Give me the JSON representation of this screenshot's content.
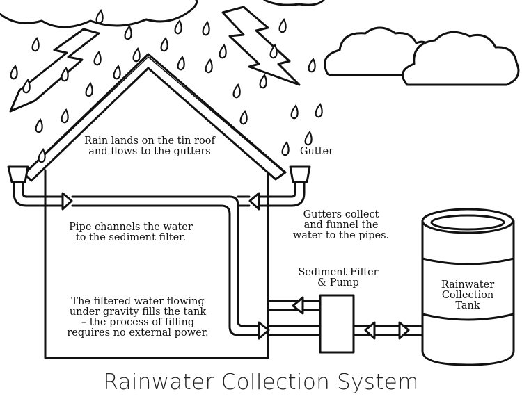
{
  "title": "Rainwater Collection System",
  "labels": {
    "roof": [
      "Rain lands on the tin roof",
      "and flows to the gutters"
    ],
    "gutter": [
      "Gutter"
    ],
    "gutters_collect": [
      "Gutters collect",
      "and funnel the",
      "water to the pipes."
    ],
    "pipe_channels": [
      "Pipe channels the water",
      "to the sediment filter."
    ],
    "filter": [
      "Sediment Filter",
      "& Pump"
    ],
    "gravity": [
      "The filtered water flowing",
      "under gravity fills the tank",
      "– the process of filling",
      "requires no external power."
    ],
    "tank": [
      "Rainwater",
      "Collection",
      "Tank"
    ]
  },
  "icons": [
    "rain-drop-icon",
    "lightning-bolt-icon",
    "cloud-icon",
    "arrow-icon"
  ]
}
